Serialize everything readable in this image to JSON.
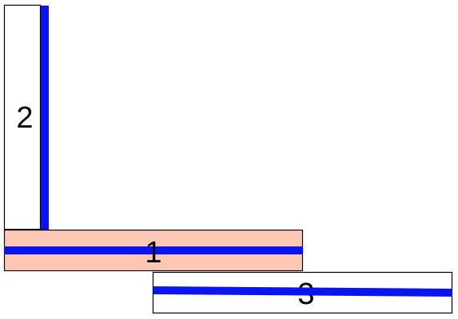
{
  "diagram": {
    "boxes": [
      {
        "label": "1",
        "fill": "#ffc8b4"
      },
      {
        "label": "2",
        "fill": "#ffffff"
      },
      {
        "label": "3",
        "fill": "#ffffff"
      }
    ],
    "stroke_color": "#000000",
    "line_color": "#0a14f0"
  }
}
